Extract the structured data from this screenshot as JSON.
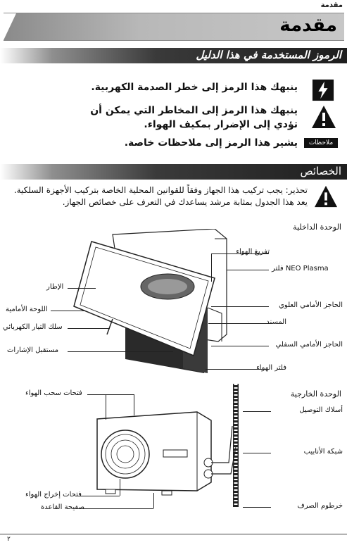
{
  "header": {
    "section_label": "مقدمة",
    "title": "مقدمة"
  },
  "symbols_section": {
    "title": "الرموز المستخدمة في هذا الدليل",
    "items": [
      {
        "icon": "lightning-warning-icon",
        "text": "ينبهك هذا الرمز إلى خطر الصدمة الكهربية."
      },
      {
        "icon": "exclamation-warning-icon",
        "text": "ينبهك هذا الرمز إلى المخاطر التي يمكن أن تؤدي إلى الإضرار بمكيف الهواء."
      },
      {
        "icon": "note-badge-icon",
        "badge": "ملاحظات",
        "text": "يشير هذا الرمز إلى ملاحظات خاصة."
      }
    ]
  },
  "features_section": {
    "title": "الخصائص",
    "caution": "تحذير: يجب تركيب هذا الجهاز وفقاً للقوانين المحلية الخاصة بتركيب الأجهزة السلكية. يعد هذا الجدول بمثابة مرشد يساعدك في التعرف على خصائص الجهاز."
  },
  "indoor_unit": {
    "title": "الوحدة الداخلية",
    "labels_right": [
      "تفريغ الهواء",
      "فلتر NEO Plasma",
      "الحاجز الأمامي العلوي",
      "المسند",
      "الحاجز الأمامي السفلي",
      "فلتر الهواء"
    ],
    "labels_left": [
      "الإطار",
      "اللوحة الأمامية",
      "سلك التيار الكهربائي",
      "مستقبل الإشارات"
    ]
  },
  "outdoor_unit": {
    "title": "الوحدة الخارجية",
    "labels_right": [
      "أسلاك التوصيل",
      "شبكة الأنابيب",
      "خرطوم الصرف"
    ],
    "labels_left": [
      "فتحات سحب الهواء",
      "فتحات إخراج الهواء",
      "صفيحة القاعدة"
    ]
  },
  "footer": {
    "page": "٢"
  },
  "colors": {
    "title_bar": "#bdbdbd",
    "section_bar": "#2a2a2a"
  }
}
